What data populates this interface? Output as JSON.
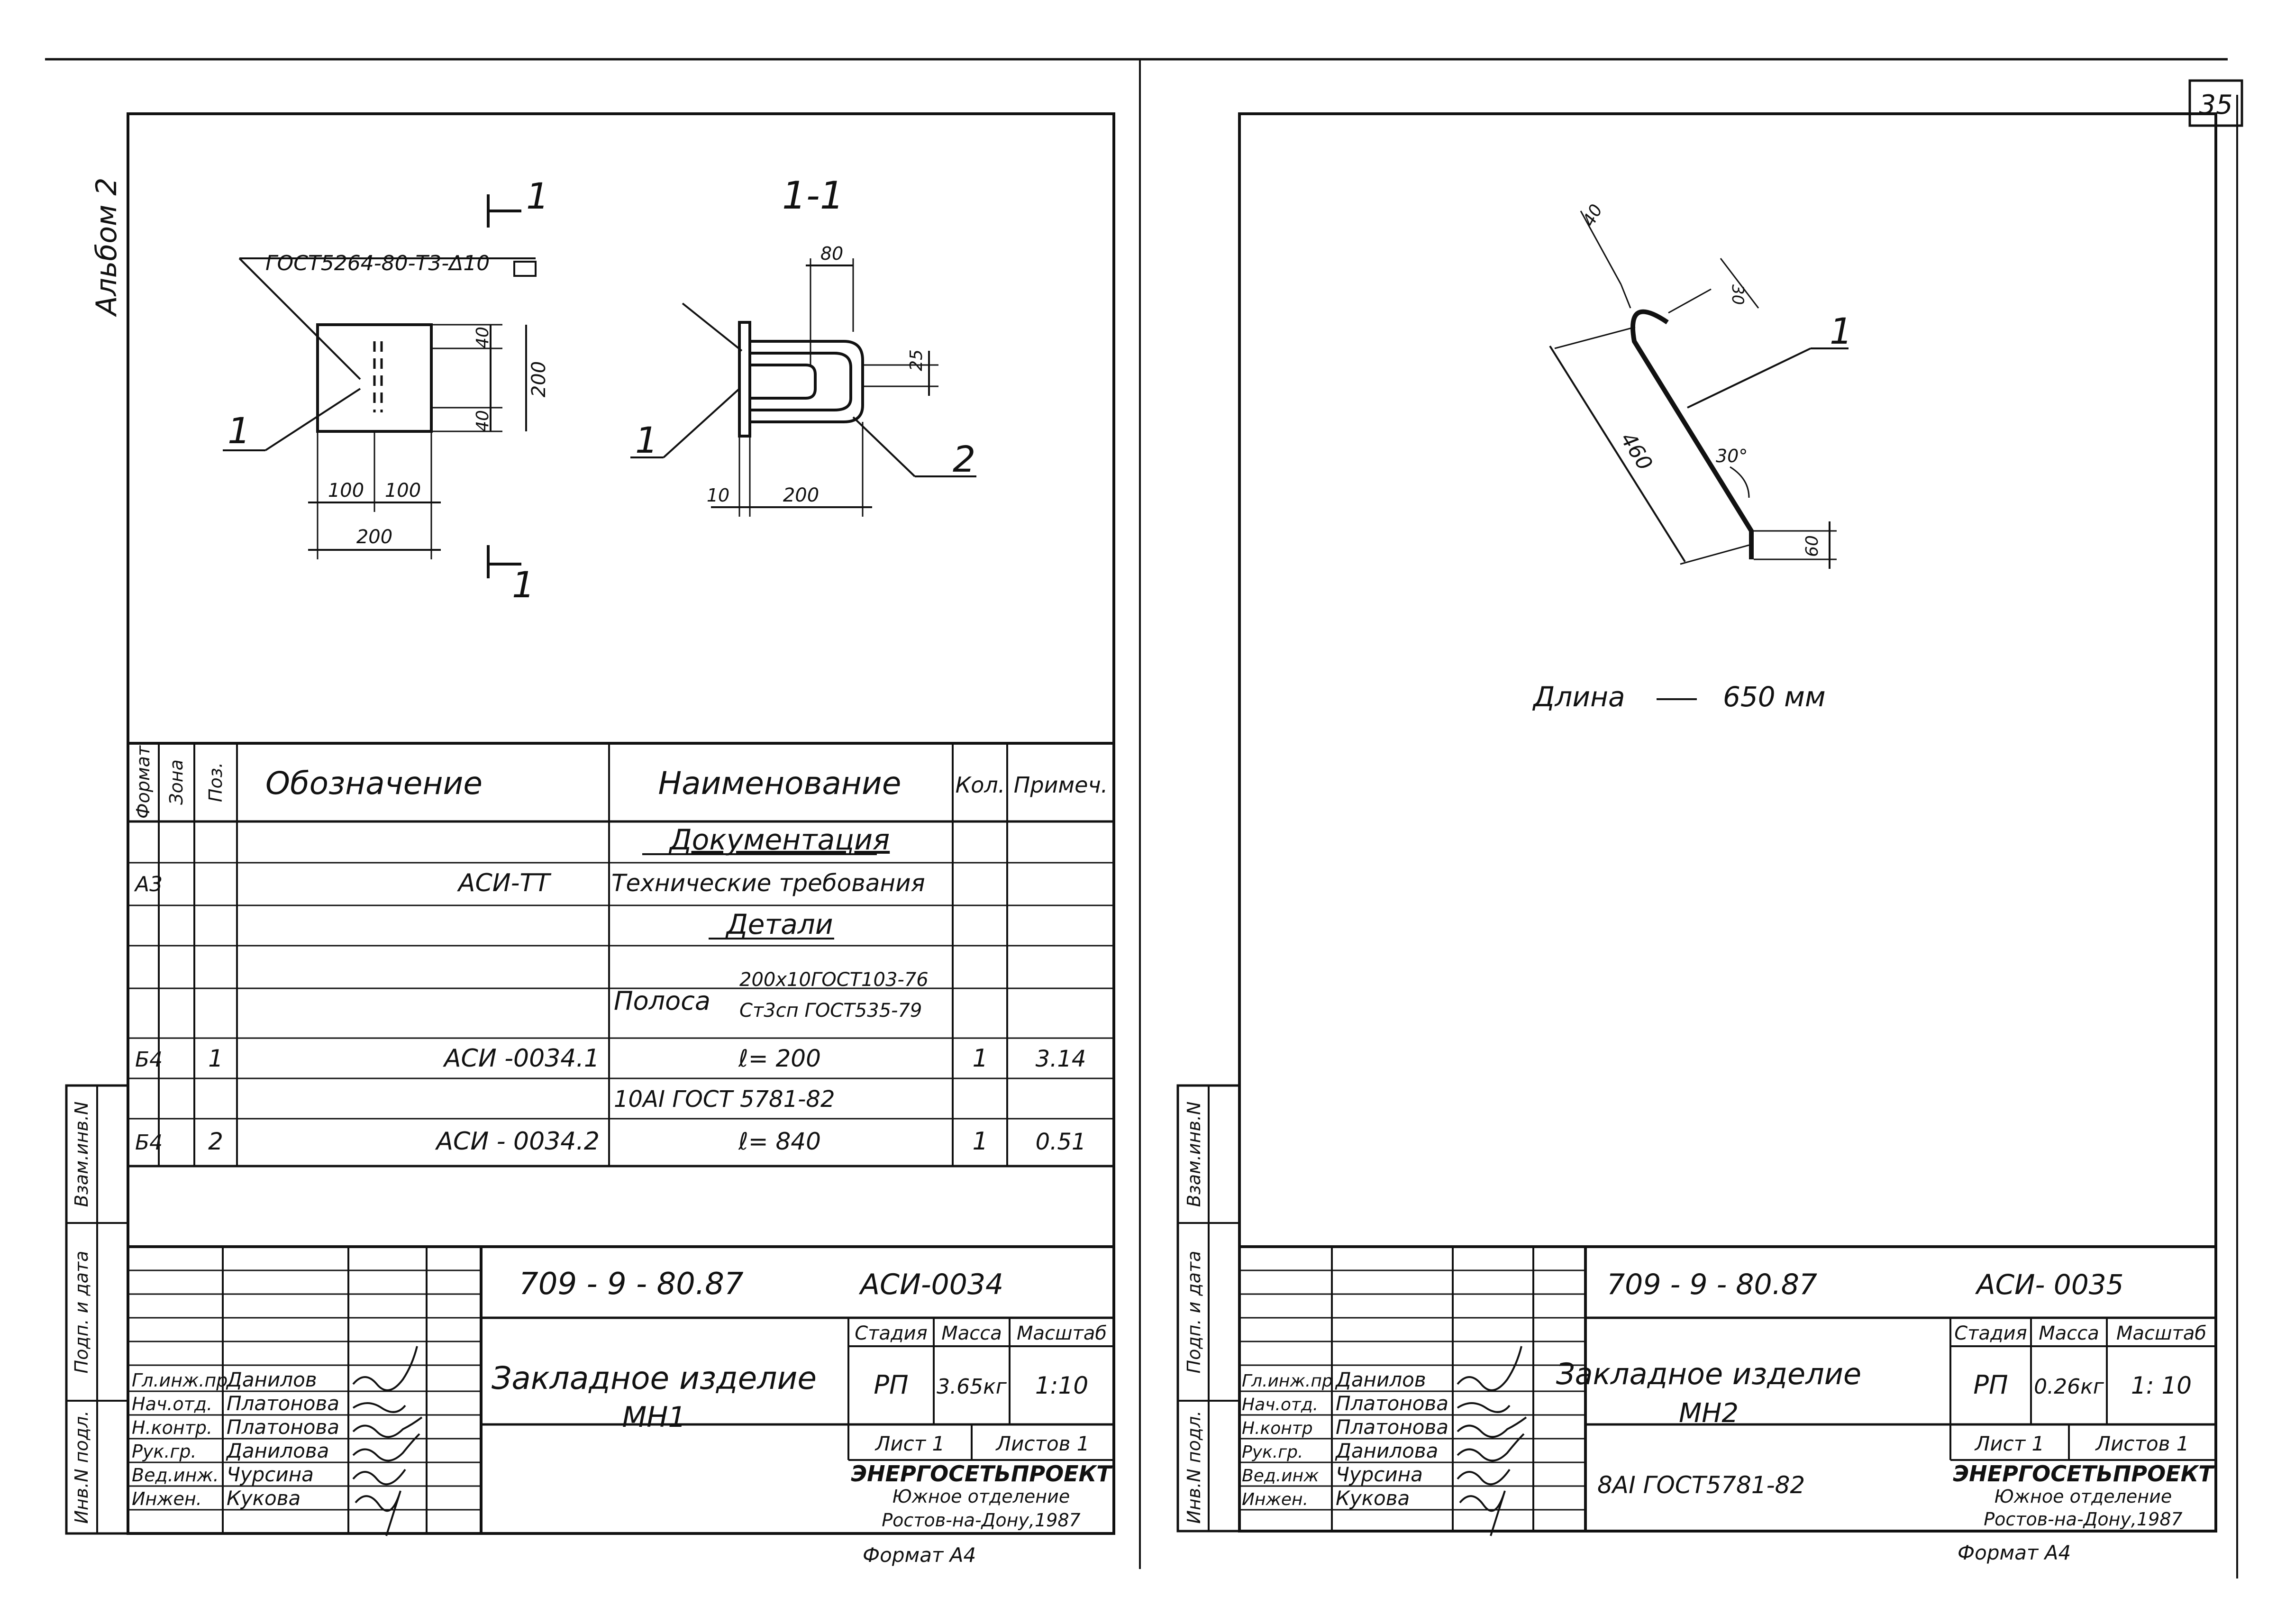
{
  "page_number": "35",
  "album_label": "Альбом 2",
  "left": {
    "section_mark": "1",
    "section_title": "1-1",
    "weld_note": "ГОСТ5264-80-Т3-Δ10",
    "dims_plan": [
      "40",
      "200",
      "40",
      "100",
      "100",
      "200"
    ],
    "dims_section": [
      "80",
      "25",
      "10",
      "200"
    ],
    "callouts": [
      "1",
      "1",
      "2"
    ],
    "spec": {
      "headers": [
        "Формат",
        "Зона",
        "Поз.",
        "Обозначение",
        "Наименование",
        "Кол.",
        "Примеч."
      ],
      "rows": [
        {
          "format": "",
          "zone": "",
          "pos": "",
          "code": "",
          "name": "Документация",
          "qty": "",
          "note": "",
          "heading": true
        },
        {
          "format": "А3",
          "zone": "",
          "pos": "",
          "code": "АСИ-ТТ",
          "name": "Технические требования",
          "qty": "",
          "note": ""
        },
        {
          "format": "",
          "zone": "",
          "pos": "",
          "code": "",
          "name": "Детали",
          "qty": "",
          "note": "",
          "heading": true
        },
        {
          "format": "",
          "zone": "",
          "pos": "",
          "code": "",
          "name": "Полоса",
          "name_line1": "200x10ГОСТ103-76",
          "name_line2": "Ст3сп ГОСТ535-79",
          "qty": "",
          "note": ""
        },
        {
          "format": "Б4",
          "zone": "",
          "pos": "1",
          "code": "АСИ -0034.1",
          "name": "ℓ= 200",
          "qty": "1",
          "note": "3.14"
        },
        {
          "format": "",
          "zone": "",
          "pos": "",
          "code": "",
          "name": "10АI ГОСТ 5781-82",
          "qty": "",
          "note": ""
        },
        {
          "format": "Б4",
          "zone": "",
          "pos": "2",
          "code": "АСИ - 0034.2",
          "name": "ℓ= 840",
          "qty": "1",
          "note": "0.51"
        }
      ]
    },
    "title_block": {
      "project_code": "709 - 9 - 80.87",
      "doc_code": "АСИ-0034",
      "item_title_line1": "Закладное изделие",
      "item_title_line2": "МН1",
      "stage_label": "Стадия",
      "mass_label": "Масса",
      "scale_label": "Масштаб",
      "stage": "РП",
      "mass": "3.65кг",
      "scale": "1:10",
      "sheet": "Лист 1",
      "sheets": "Листов 1",
      "org": "ЭНЕРГОСЕТЬПРОЕКТ",
      "org_line2": "Южное отделение",
      "org_line3": "Ростов-на-Дону,1987",
      "format": "Формат А4",
      "signers": [
        {
          "role": "Гл.инж.пр",
          "name": "Данилов"
        },
        {
          "role": "Нач.отд.",
          "name": "Платонова"
        },
        {
          "role": "Н.контр.",
          "name": "Платонова"
        },
        {
          "role": "Рук.гр.",
          "name": "Данилова"
        },
        {
          "role": "Вед.инж.",
          "name": "Чурсина"
        },
        {
          "role": "Инжен.",
          "name": "Кукова"
        }
      ]
    }
  },
  "right": {
    "dims": [
      "40",
      "30",
      "460",
      "60"
    ],
    "angle": "30°",
    "callout": "1",
    "length_label": "Длина",
    "length_value": "650 мм",
    "title_block": {
      "project_code": "709 - 9 - 80.87",
      "doc_code": "АСИ- 0035",
      "item_title_line1": "Закладное изделие",
      "item_title_line2": "МН2",
      "material": "8АI ГОСТ5781-82",
      "stage_label": "Стадия",
      "mass_label": "Масса",
      "scale_label": "Масштаб",
      "stage": "РП",
      "mass": "0.26кг",
      "scale": "1: 10",
      "sheet": "Лист 1",
      "sheets": "Листов 1",
      "org": "ЭНЕРГОСЕТЬПРОЕКТ",
      "org_line2": "Южное отделение",
      "org_line3": "Ростов-на-Дону,1987",
      "format": "Формат А4",
      "signers": [
        {
          "role": "Гл.инж.пр",
          "name": "Данилов"
        },
        {
          "role": "Нач.отд.",
          "name": "Платонова"
        },
        {
          "role": "Н.контр",
          "name": "Платонова"
        },
        {
          "role": "Рук.гр.",
          "name": "Данилова"
        },
        {
          "role": "Вед.инж",
          "name": "Чурсина"
        },
        {
          "role": "Инжен.",
          "name": "Кукова"
        }
      ]
    }
  },
  "side_stamps": [
    "Инв.N подл.",
    "Подп. и дата",
    "Взам.инв.N"
  ]
}
